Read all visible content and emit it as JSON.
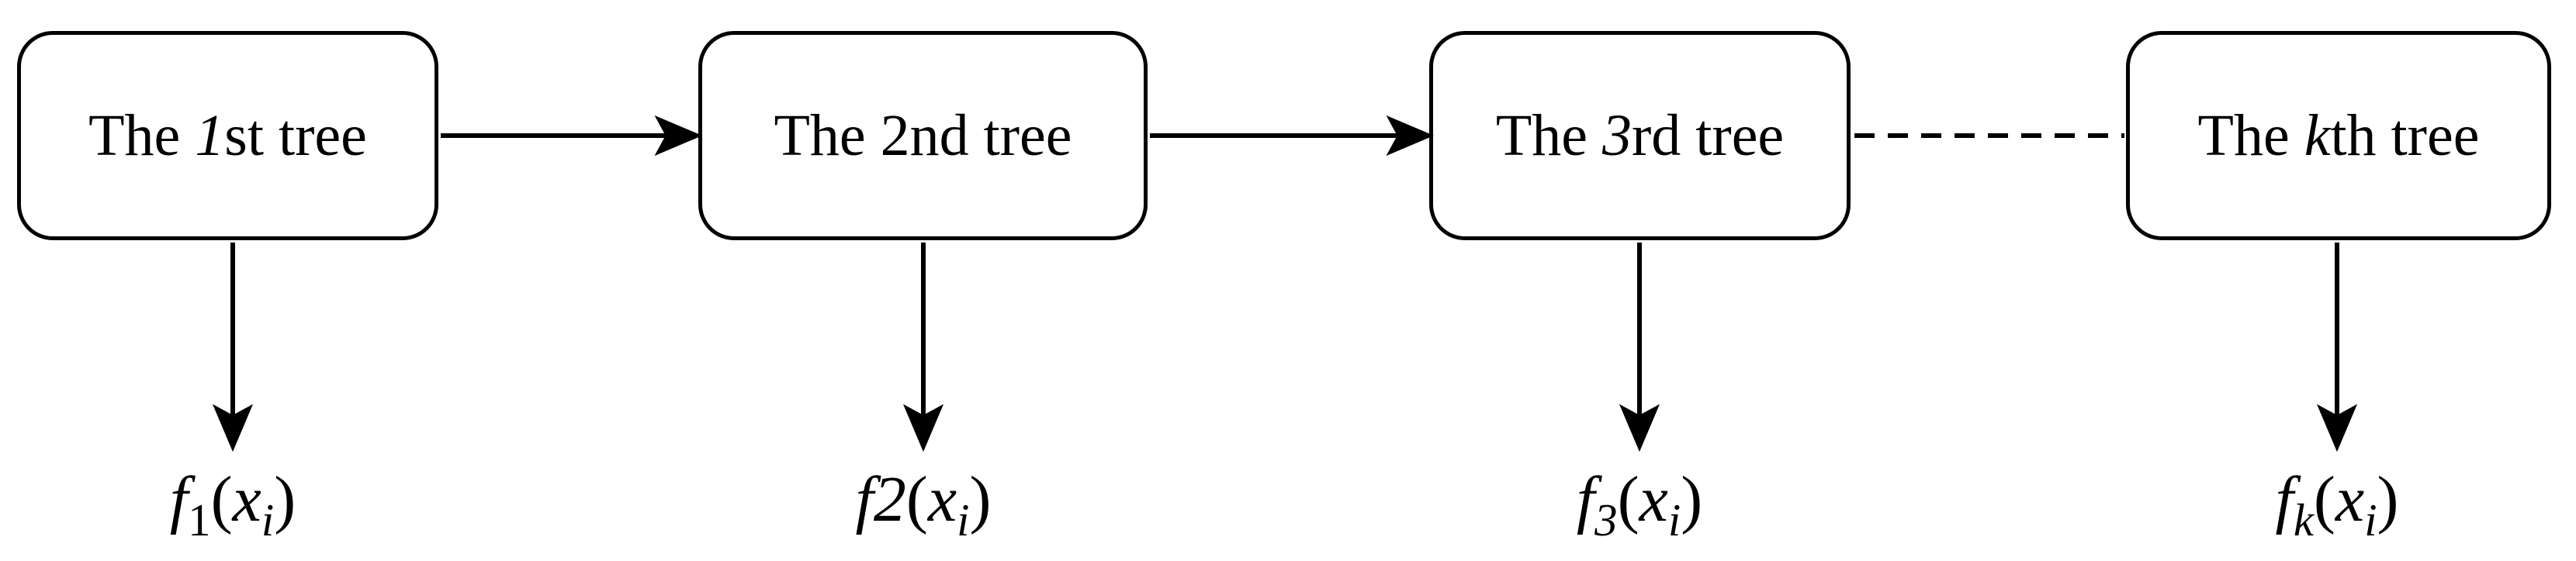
{
  "canvas": {
    "background": "#ffffff",
    "ink": "#000000"
  },
  "nodes": [
    {
      "title": {
        "prefix": "The ",
        "ordinal": "1",
        "ordinal_font_style": "italic",
        "suffix": "st tree"
      },
      "output": {
        "fname": "f",
        "index": "1",
        "index_class": "sub-upright",
        "open_paren": "(",
        "arg": "x",
        "arg_index": "i",
        "close_paren": ")"
      }
    },
    {
      "title": {
        "prefix": "The ",
        "ordinal": "2",
        "ordinal_font_style": "normal",
        "suffix": "nd tree"
      },
      "output": {
        "fname": "f",
        "index": "2",
        "index_class": "inline-italic",
        "open_paren": "(",
        "arg": "x",
        "arg_index": "i",
        "close_paren": ")"
      }
    },
    {
      "title": {
        "prefix": "The ",
        "ordinal": "3",
        "ordinal_font_style": "italic",
        "suffix": "rd tree"
      },
      "output": {
        "fname": "f",
        "index": "3",
        "index_class": "sub-italic",
        "open_paren": "(",
        "arg": "x",
        "arg_index": "i",
        "close_paren": ")"
      }
    },
    {
      "title": {
        "prefix": "The ",
        "ordinal": "k",
        "ordinal_font_style": "italic",
        "suffix": "th tree"
      },
      "output": {
        "fname": "f",
        "index": "k",
        "index_class": "sub-italic",
        "open_paren": "(",
        "arg": "x",
        "arg_index": "i",
        "close_paren": ")"
      }
    }
  ],
  "connectors": [
    {
      "from": "the-1st-tree",
      "to": "the-2nd-tree",
      "line": "solid",
      "arrowhead": true
    },
    {
      "from": "the-2nd-tree",
      "to": "the-3rd-tree",
      "line": "solid",
      "arrowhead": true
    },
    {
      "from": "the-3rd-tree",
      "to": "the-kth-tree",
      "line": "dashed",
      "arrowhead": false
    }
  ],
  "outputs_description": [
    {
      "from": "the-1st-tree",
      "line": "solid",
      "arrowhead": true
    },
    {
      "from": "the-2nd-tree",
      "line": "solid",
      "arrowhead": true
    },
    {
      "from": "the-3rd-tree",
      "line": "solid",
      "arrowhead": true
    },
    {
      "from": "the-kth-tree",
      "line": "solid",
      "arrowhead": true
    }
  ]
}
